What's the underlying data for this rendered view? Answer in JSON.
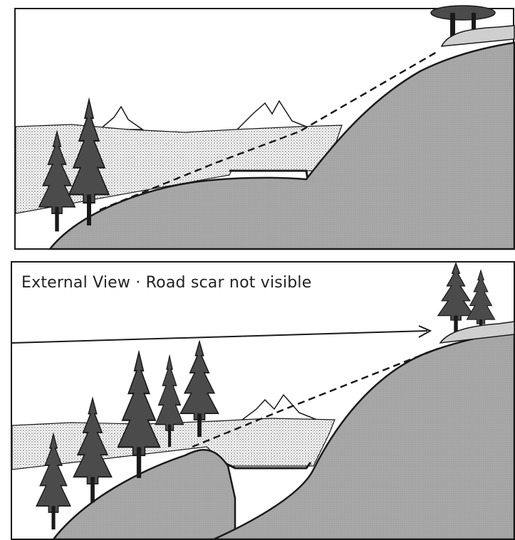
{
  "panels": [
    {
      "id": "top",
      "caption": ""
    },
    {
      "id": "bottom",
      "caption": "External View · Road scar not visible"
    }
  ],
  "colors": {
    "hill": "#a9a9a9",
    "ink": "#1a1a1a",
    "tree": "#4a4a4a",
    "stipple": "#c9c9c9"
  }
}
